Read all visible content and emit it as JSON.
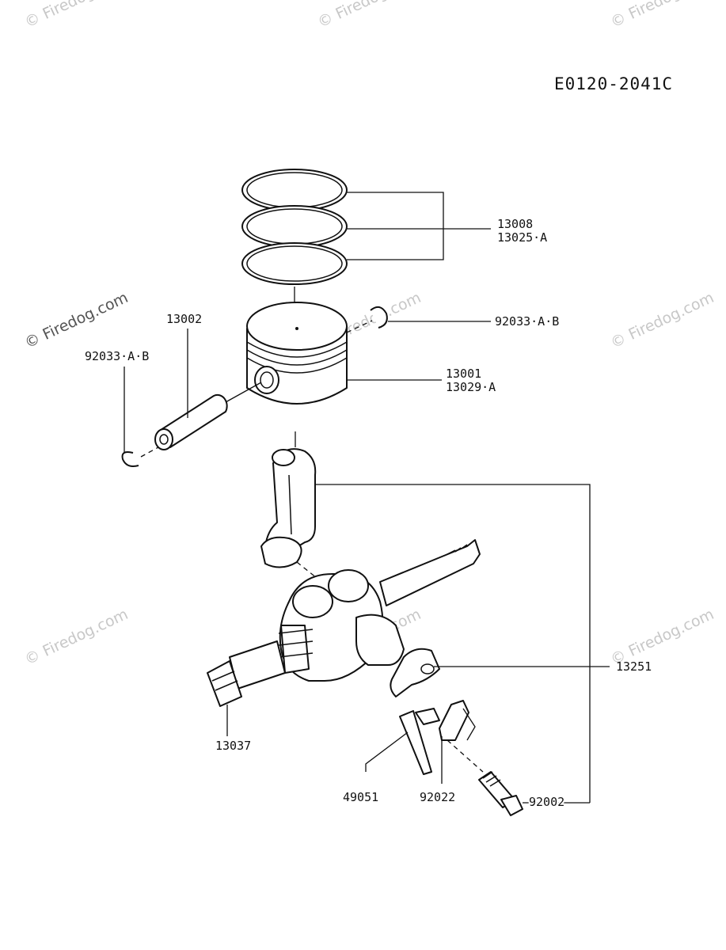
{
  "drawing_code": "E0120-2041C",
  "watermark": "© Firedog.com",
  "parts": {
    "ring_set": {
      "line1": "13008",
      "line2": "13025·A"
    },
    "clip_right": "92033·A·B",
    "clip_left": "92033·A·B",
    "piston_pin": "13002",
    "piston": {
      "line1": "13001",
      "line2": "13029·A"
    },
    "bearing_cap": "13251",
    "crank_gear": "13037",
    "dipper": "49051",
    "lock_washer": "92022",
    "bolt": "92002"
  }
}
